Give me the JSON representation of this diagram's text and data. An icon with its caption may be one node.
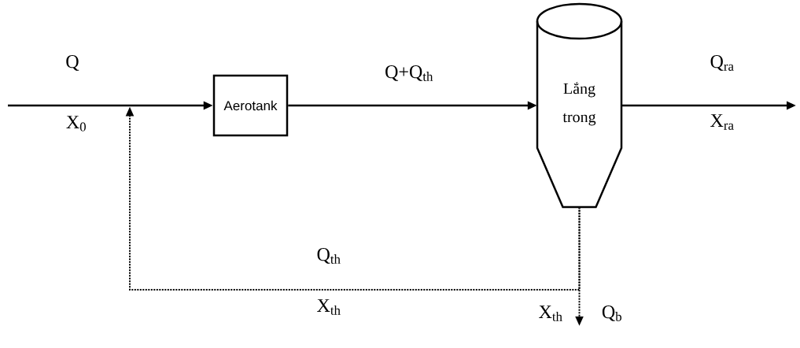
{
  "diagram": {
    "nodes": [
      {
        "text": [
          "Aerotank"
        ]
      },
      {
        "text": [
          "Lắng trong"
        ]
      }
    ],
    "edges": [
      {
        "from": null,
        "to": 0,
        "arrow": "to"
      },
      {
        "from": 0,
        "to": 1,
        "arrow": "to",
        "label": "Q+Q$_{th}$"
      },
      {
        "from": 1,
        "to": null,
        "arrow": "to"
      },
      {
        "from": 1,
        "to": null,
        "arrow": "to",
        "style": "dashed"
      },
      {
        "from": 1,
        "to": null,
        "arrow": "to",
        "style": "dashed"
      }
    ],
    "labels": [
      "Q",
      "Q$_{ra}$",
      "X$_{0}$",
      "X$_{ra}$",
      "Q$_{th}$",
      "X$_{th}$",
      "X$_{th}$",
      "Q$_{b}$"
    ]
  }
}
